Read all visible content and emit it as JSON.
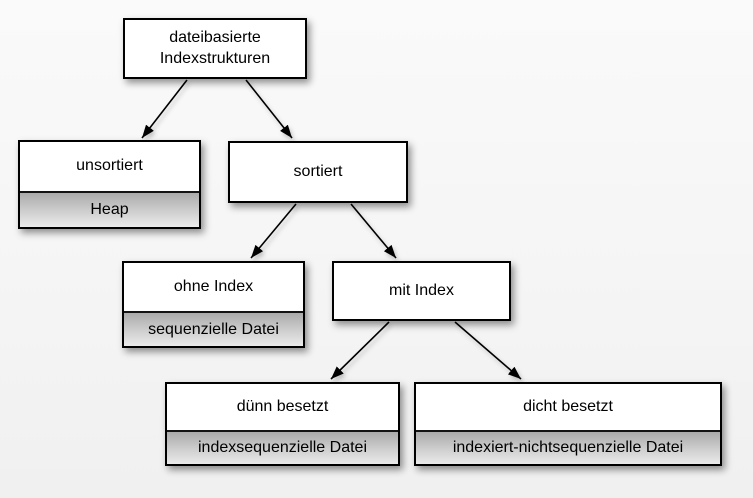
{
  "diagram": {
    "colors": {
      "background": "#f7f7f7",
      "node_fill": "#ffffff",
      "node_border": "#000000",
      "band_gradient_top": "#ababab",
      "band_gradient_bottom": "#ebebeb",
      "arrow": "#000000",
      "text": "#000000"
    },
    "nodes": {
      "root": {
        "label": "dateibasierte Indexstrukturen"
      },
      "unsorted": {
        "label": "unsortiert",
        "sublabel": "Heap"
      },
      "sorted": {
        "label": "sortiert"
      },
      "no_index": {
        "label": "ohne Index",
        "sublabel": "sequenzielle Datei"
      },
      "with_index": {
        "label": "mit Index"
      },
      "sparse": {
        "label": "dünn besetzt",
        "sublabel": "indexsequenzielle Datei"
      },
      "dense": {
        "label": "dicht besetzt",
        "sublabel": "indexiert-nichtsequenzielle Datei"
      }
    },
    "edges": [
      {
        "from": "root",
        "to": "unsorted"
      },
      {
        "from": "root",
        "to": "sorted"
      },
      {
        "from": "sorted",
        "to": "no_index"
      },
      {
        "from": "sorted",
        "to": "with_index"
      },
      {
        "from": "with_index",
        "to": "sparse"
      },
      {
        "from": "with_index",
        "to": "dense"
      }
    ]
  }
}
